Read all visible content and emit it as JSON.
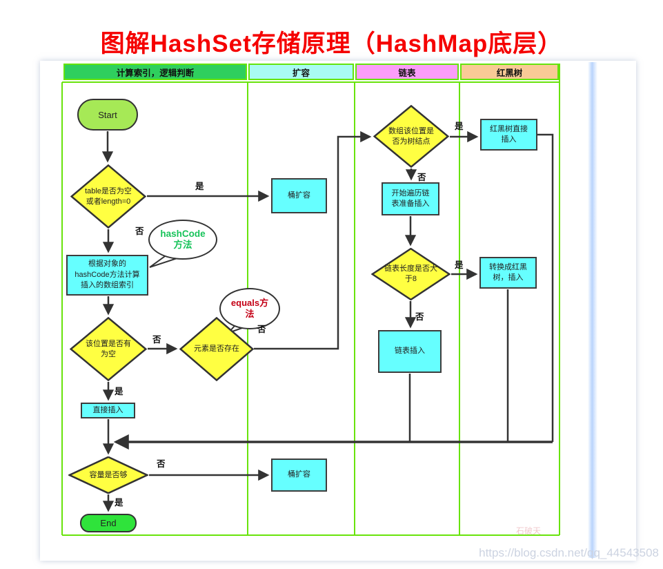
{
  "title": "图解HashSet存储原理（HashMap底层）",
  "lanes": {
    "lane1": "计算索引，逻辑判断",
    "lane2": "扩容",
    "lane3": "链表",
    "lane4": "红黑树"
  },
  "nodes": {
    "start": "Start",
    "end": "End",
    "d_table_empty": "table是否为空\n或者length=0",
    "bucket_expand_top": "桶扩容",
    "calc_index": "根据对象的\nhashCode方法计算\n插入的数组索引",
    "d_slot_empty": "该位置是否有\n为空",
    "d_elem_exists": "元素是否存在",
    "direct_insert": "直接插入",
    "d_capacity": "容量是否够",
    "bucket_expand_bottom": "桶扩容",
    "d_tree_node": "数组该位置是\n否为树结点",
    "rbt_insert": "红黑树直接\n插入",
    "traverse_list": "开始遍历链\n表准备插入",
    "d_list_len": "链表长度是否大\n于8",
    "convert_rbt": "转换成红黑\n树，插入",
    "list_insert": "链表插入"
  },
  "callouts": {
    "hashcode": "hashCode\n方法",
    "equals": "equals方\n法"
  },
  "labels": {
    "yes": "是",
    "no": "否"
  },
  "watermarks": {
    "author": "石破天",
    "url": "https://blog.csdn.net/qq_44543508"
  },
  "colors": {
    "title_red": "#f50000",
    "lane_border_green": "#64e40c",
    "lane1_bg": "#2fcf5e",
    "lane2_bg": "#a9fbf2",
    "lane3_bg": "#fb9df9",
    "lane4_bg": "#f9ca96",
    "decision_yellow": "#ffff42",
    "process_cyan": "#66ffff",
    "start_green": "#a6e956",
    "end_green": "#2fe33b",
    "hashcode_text": "#17c35a",
    "equals_text": "#c40016",
    "connector": "#333333"
  }
}
